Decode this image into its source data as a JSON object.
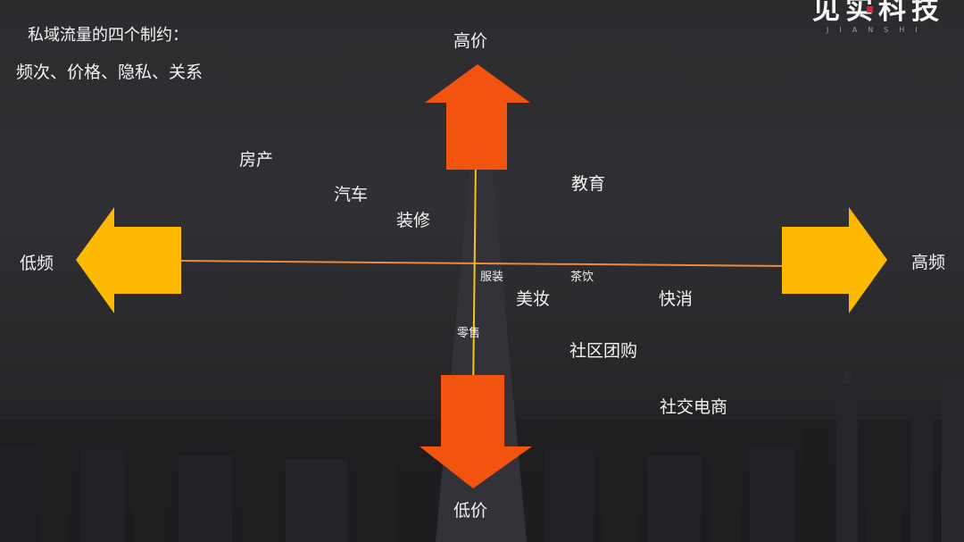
{
  "intro": {
    "title": "私域流量的四个制约：",
    "factors": "频次、价格、隐私、关系"
  },
  "axes": {
    "top": "高价",
    "bottom": "低价",
    "left": "低频",
    "right": "高频"
  },
  "industries": {
    "fangchan": "房产",
    "qiche": "汽车",
    "zhuangxiu": "装修",
    "jiaoyu": "教育",
    "fuzhuang": "服装",
    "chayin": "茶饮",
    "meizhuang": "美妆",
    "kuaixiao": "快消",
    "lingshou": "零售",
    "shequ": "社区团购",
    "shejiao": "社交电商"
  },
  "brand": {
    "name": "见实科技",
    "sub": "JIANSHI"
  },
  "colors": {
    "price_arrow": "#f25410",
    "freq_arrow": "#fdb800",
    "horizontal_line": "#f08a3a",
    "vertical_line": "#f5c518",
    "logo_accent": "#e0282c"
  },
  "icons": {
    "up": "arrow-up-icon",
    "down": "arrow-down-icon",
    "left": "arrow-left-icon",
    "right": "arrow-right-icon"
  }
}
